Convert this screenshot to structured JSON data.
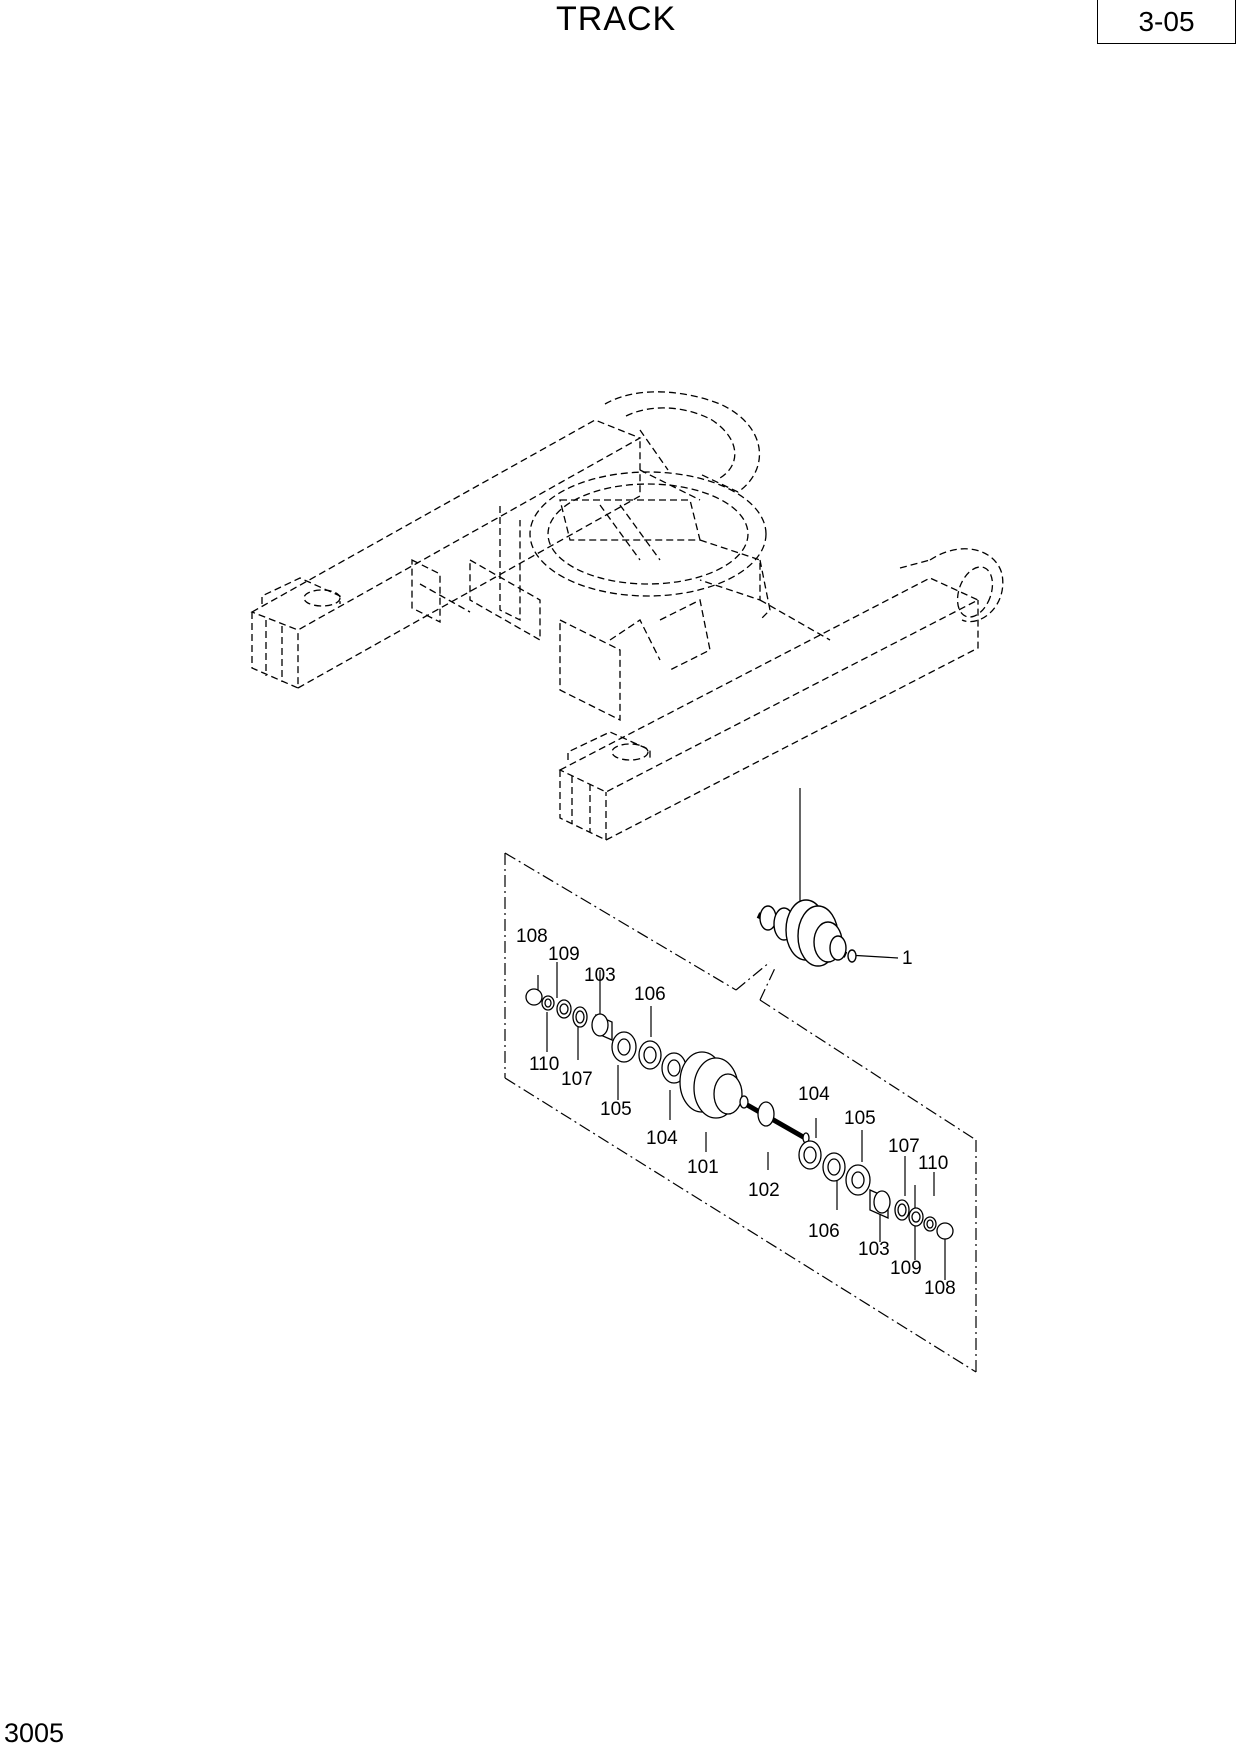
{
  "header": {
    "title": "TRACK",
    "page_ref": "3-05"
  },
  "footer": {
    "code": "3005"
  },
  "callouts": {
    "c1": "1",
    "l108": "108",
    "l109": "109",
    "l103": "103",
    "l106": "106",
    "l110": "110",
    "l107": "107",
    "l105": "105",
    "l104": "104",
    "l101": "101",
    "l102": "102",
    "r104": "104",
    "r105": "105",
    "r107": "107",
    "r110": "110",
    "r106": "106",
    "r103": "103",
    "r109": "109",
    "r108": "108"
  }
}
